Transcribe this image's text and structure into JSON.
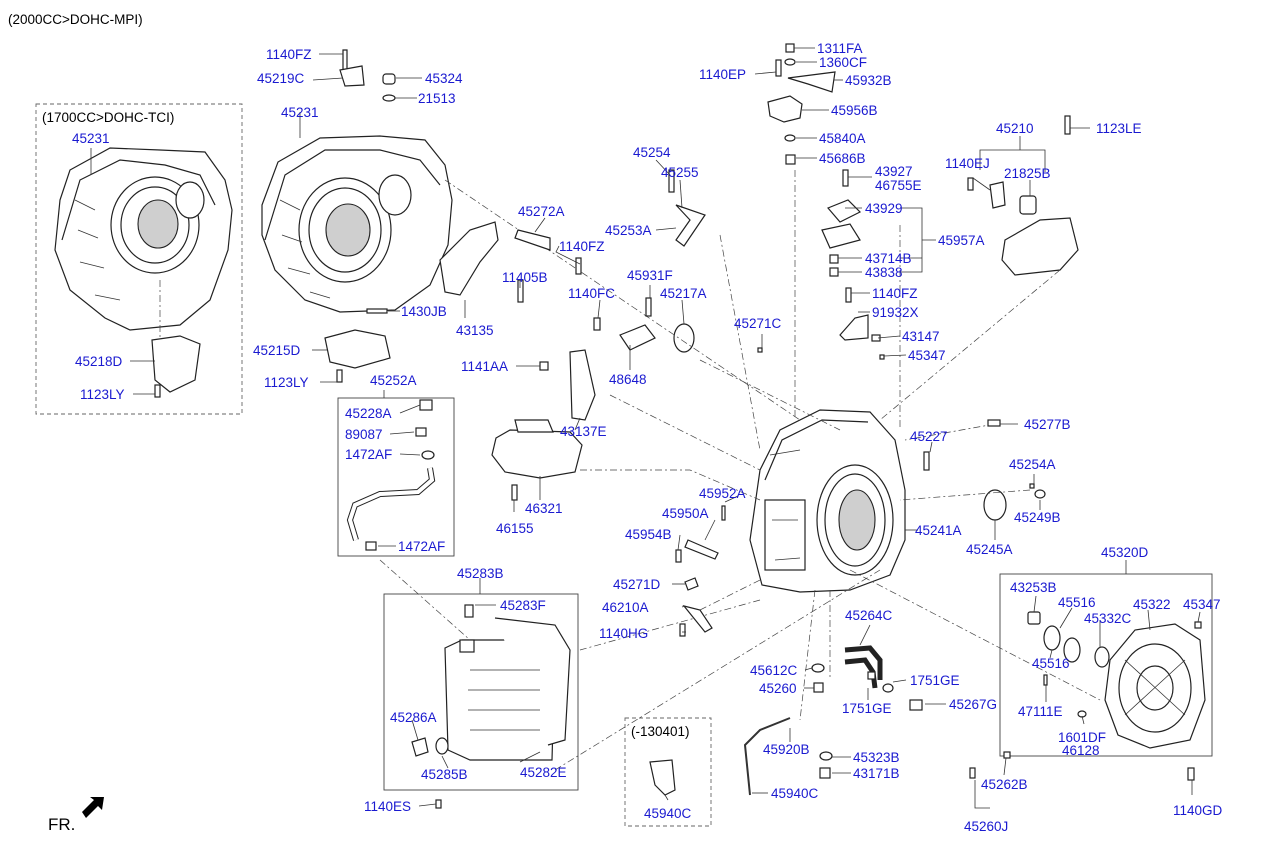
{
  "header": {
    "engine_spec": "(2000CC>DOHC-MPI)"
  },
  "inset_left": {
    "title": "(1700CC>DOHC-TCI)"
  },
  "inset_bottom": {
    "title": "(-130401)"
  },
  "direction": {
    "label": "FR."
  },
  "colors": {
    "label": "#1a1ad0",
    "line": "#222222"
  },
  "parts": {
    "p1140FZ_a": "1140FZ",
    "p45219C": "45219C",
    "p45324": "45324",
    "p21513": "21513",
    "p45231_main": "45231",
    "p45231_inset": "45231",
    "p45218D": "45218D",
    "p1123LY_a": "1123LY",
    "p1430JB": "1430JB",
    "p45215D": "45215D",
    "p1123LY_b": "1123LY",
    "p43135": "43135",
    "p11405B": "11405B",
    "p45252A": "45252A",
    "p45228A": "45228A",
    "p89087": "89087",
    "p1472AF_a": "1472AF",
    "p1472AF_b": "1472AF",
    "p1311FA": "1311FA",
    "p1140EP": "1140EP",
    "p1360CF": "1360CF",
    "p45932B": "45932B",
    "p45956B": "45956B",
    "p45840A": "45840A",
    "p45686B": "45686B",
    "p45254": "45254",
    "p45255": "45255",
    "p45253A": "45253A",
    "p45272A": "45272A",
    "p1140FZ_b": "1140FZ",
    "p45931F": "45931F",
    "p1140FC": "1140FC",
    "p45217A": "45217A",
    "p48648": "48648",
    "p45271C": "45271C",
    "p1141AA": "1141AA",
    "p43137E": "43137E",
    "p46321": "46321",
    "p46155": "46155",
    "p43927": "43927",
    "p46755E": "46755E",
    "p43929": "43929",
    "p45957A": "45957A",
    "p43714B": "43714B",
    "p43838": "43838",
    "p1140FZ_c": "1140FZ",
    "p91932X": "91932X",
    "p43147": "43147",
    "p45347_a": "45347",
    "p45210": "45210",
    "p1123LE": "1123LE",
    "p1140EJ": "1140EJ",
    "p21825B": "21825B",
    "p45277B": "45277B",
    "p45227": "45227",
    "p45254A": "45254A",
    "p45249B": "45249B",
    "p45241A": "45241A",
    "p45245A": "45245A",
    "p45952A": "45952A",
    "p45950A": "45950A",
    "p45954B": "45954B",
    "p45271D": "45271D",
    "p46210A": "46210A",
    "p1140HG": "1140HG",
    "p45283B": "45283B",
    "p45283F": "45283F",
    "p45286A": "45286A",
    "p45285B": "45285B",
    "p45282E": "45282E",
    "p1140ES": "1140ES",
    "p45264C": "45264C",
    "p45612C": "45612C",
    "p1751GE_a": "1751GE",
    "p45260": "45260",
    "p1751GE_b": "1751GE",
    "p45267G": "45267G",
    "p45920B": "45920B",
    "p45323B": "45323B",
    "p43171B": "43171B",
    "p45940C_a": "45940C",
    "p45940C_b": "45940C",
    "p45320D": "45320D",
    "p43253B": "43253B",
    "p45516_a": "45516",
    "p45322": "45322",
    "p45347_b": "45347",
    "p45332C": "45332C",
    "p45516_b": "45516",
    "p47111E": "47111E",
    "p1601DF": "1601DF",
    "p46128": "46128",
    "p45262B": "45262B",
    "p45260J": "45260J",
    "p1140GD": "1140GD"
  }
}
